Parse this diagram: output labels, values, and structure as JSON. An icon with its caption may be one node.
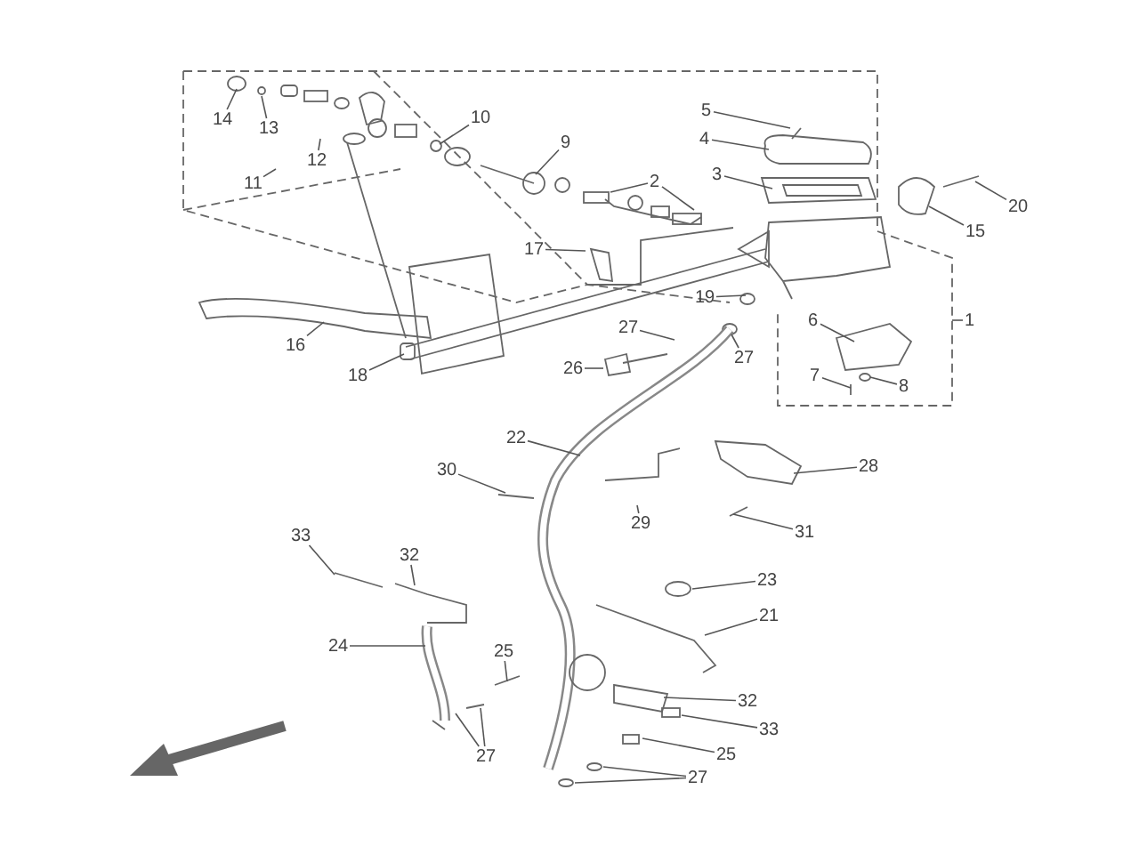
{
  "diagram": {
    "nodes": [
      {
        "text": [
          "14"
        ]
      },
      {
        "text": [
          "13"
        ]
      },
      {
        "text": [
          "12"
        ]
      },
      {
        "text": [
          "11"
        ]
      },
      {
        "text": [
          "10"
        ]
      },
      {
        "text": [
          "9"
        ]
      },
      {
        "text": [
          "2"
        ]
      },
      {
        "text": [
          "5"
        ]
      },
      {
        "text": [
          "4"
        ]
      },
      {
        "text": [
          "3"
        ]
      },
      {
        "text": [
          "20"
        ]
      },
      {
        "text": [
          "15"
        ]
      },
      {
        "text": [
          "17"
        ]
      },
      {
        "text": [
          "19"
        ]
      },
      {
        "text": [
          "27"
        ]
      },
      {
        "text": [
          "27"
        ]
      },
      {
        "text": [
          "26"
        ]
      },
      {
        "text": [
          "6"
        ]
      },
      {
        "text": [
          "7"
        ]
      },
      {
        "text": [
          "8"
        ]
      },
      {
        "text": [
          "1"
        ]
      },
      {
        "text": [
          "16"
        ]
      },
      {
        "text": [
          "18"
        ]
      },
      {
        "text": [
          "22"
        ]
      },
      {
        "text": [
          "30"
        ]
      },
      {
        "text": [
          "28"
        ]
      },
      {
        "text": [
          "29"
        ]
      },
      {
        "text": [
          "31"
        ]
      },
      {
        "text": [
          "33"
        ]
      },
      {
        "text": [
          "32"
        ]
      },
      {
        "text": [
          "23"
        ]
      },
      {
        "text": [
          "21"
        ]
      },
      {
        "text": [
          "24"
        ]
      },
      {
        "text": [
          "25"
        ]
      },
      {
        "text": [
          "32"
        ]
      },
      {
        "text": [
          "33"
        ]
      },
      {
        "text": [
          "25"
        ]
      },
      {
        "text": [
          "27"
        ]
      },
      {
        "text": [
          "27"
        ]
      }
    ],
    "edges": [
      {
        "from": 0,
        "to": null,
        "arrow": "none"
      },
      {
        "from": 1,
        "to": null,
        "arrow": "none"
      },
      {
        "from": 2,
        "to": null,
        "arrow": "none"
      },
      {
        "from": 3,
        "to": null,
        "arrow": "none"
      },
      {
        "from": 4,
        "to": null,
        "arrow": "none"
      },
      {
        "from": 5,
        "to": null,
        "arrow": "none"
      },
      {
        "from": 6,
        "to": null,
        "arrow": "none"
      },
      {
        "from": 6,
        "to": null,
        "arrow": "none"
      },
      {
        "from": 7,
        "to": null,
        "arrow": "none"
      },
      {
        "from": 8,
        "to": null,
        "arrow": "none"
      },
      {
        "from": 9,
        "to": null,
        "arrow": "none"
      },
      {
        "from": 10,
        "to": null,
        "arrow": "none"
      },
      {
        "from": 11,
        "to": null,
        "arrow": "none"
      },
      {
        "from": 12,
        "to": null,
        "arrow": "none"
      },
      {
        "from": 13,
        "to": null,
        "arrow": "none"
      },
      {
        "from": 14,
        "to": null,
        "arrow": "none"
      },
      {
        "from": 15,
        "to": null,
        "arrow": "none"
      },
      {
        "from": 16,
        "to": null,
        "arrow": "none"
      },
      {
        "from": 17,
        "to": null,
        "arrow": "none"
      },
      {
        "from": 18,
        "to": null,
        "arrow": "none"
      },
      {
        "from": 19,
        "to": null,
        "arrow": "none"
      },
      {
        "from": 20,
        "to": null,
        "arrow": "none"
      },
      {
        "from": 21,
        "to": null,
        "arrow": "none"
      },
      {
        "from": 22,
        "to": null,
        "arrow": "none"
      },
      {
        "from": 23,
        "to": null,
        "arrow": "none"
      },
      {
        "from": 24,
        "to": null,
        "arrow": "none"
      },
      {
        "from": 25,
        "to": null,
        "arrow": "none"
      },
      {
        "from": 26,
        "to": null,
        "arrow": "none"
      },
      {
        "from": 27,
        "to": null,
        "arrow": "none"
      },
      {
        "from": 28,
        "to": null,
        "arrow": "none"
      },
      {
        "from": 29,
        "to": null,
        "arrow": "none"
      },
      {
        "from": 30,
        "to": null,
        "arrow": "none"
      },
      {
        "from": 31,
        "to": null,
        "arrow": "none"
      },
      {
        "from": 32,
        "to": null,
        "arrow": "none"
      },
      {
        "from": 33,
        "to": null,
        "arrow": "none"
      },
      {
        "from": 34,
        "to": null,
        "arrow": "none"
      },
      {
        "from": 35,
        "to": null,
        "arrow": "none"
      },
      {
        "from": 36,
        "to": null,
        "arrow": "none"
      },
      {
        "from": 37,
        "to": null,
        "arrow": "none"
      },
      {
        "from": 37,
        "to": null,
        "arrow": "none"
      },
      {
        "from": 38,
        "to": null,
        "arrow": "none"
      },
      {
        "from": 38,
        "to": null,
        "arrow": "none"
      }
    ]
  }
}
